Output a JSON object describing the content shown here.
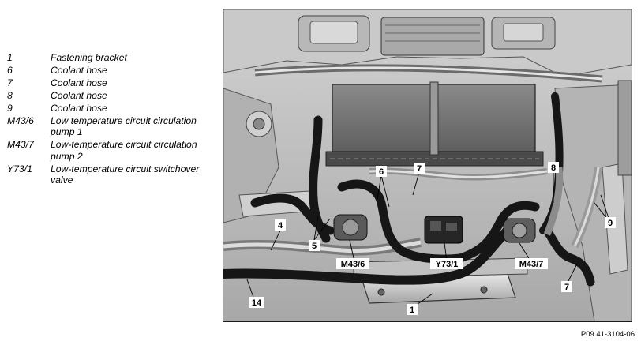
{
  "legend": [
    {
      "code": "1",
      "desc": "Fastening bracket"
    },
    {
      "code": "6",
      "desc": "Coolant hose"
    },
    {
      "code": "7",
      "desc": "Coolant hose"
    },
    {
      "code": "8",
      "desc": "Coolant hose"
    },
    {
      "code": "9",
      "desc": "Coolant hose"
    },
    {
      "code": "M43/6",
      "desc": "Low temperature circuit circulation pump 1"
    },
    {
      "code": "M43/7",
      "desc": "Low-temperature circuit circulation pump 2"
    },
    {
      "code": "Y73/1",
      "desc": "Low-temperature circuit switchover valve"
    }
  ],
  "callouts": {
    "c1": "1",
    "c4": "4",
    "c5": "5",
    "c6": "6",
    "c7a": "7",
    "c7b": "7",
    "c8": "8",
    "c9": "9",
    "c14": "14",
    "m436": "M43/6",
    "y731": "Y73/1",
    "m437": "M43/7"
  },
  "figure_ref": "P09.41-3104-06"
}
